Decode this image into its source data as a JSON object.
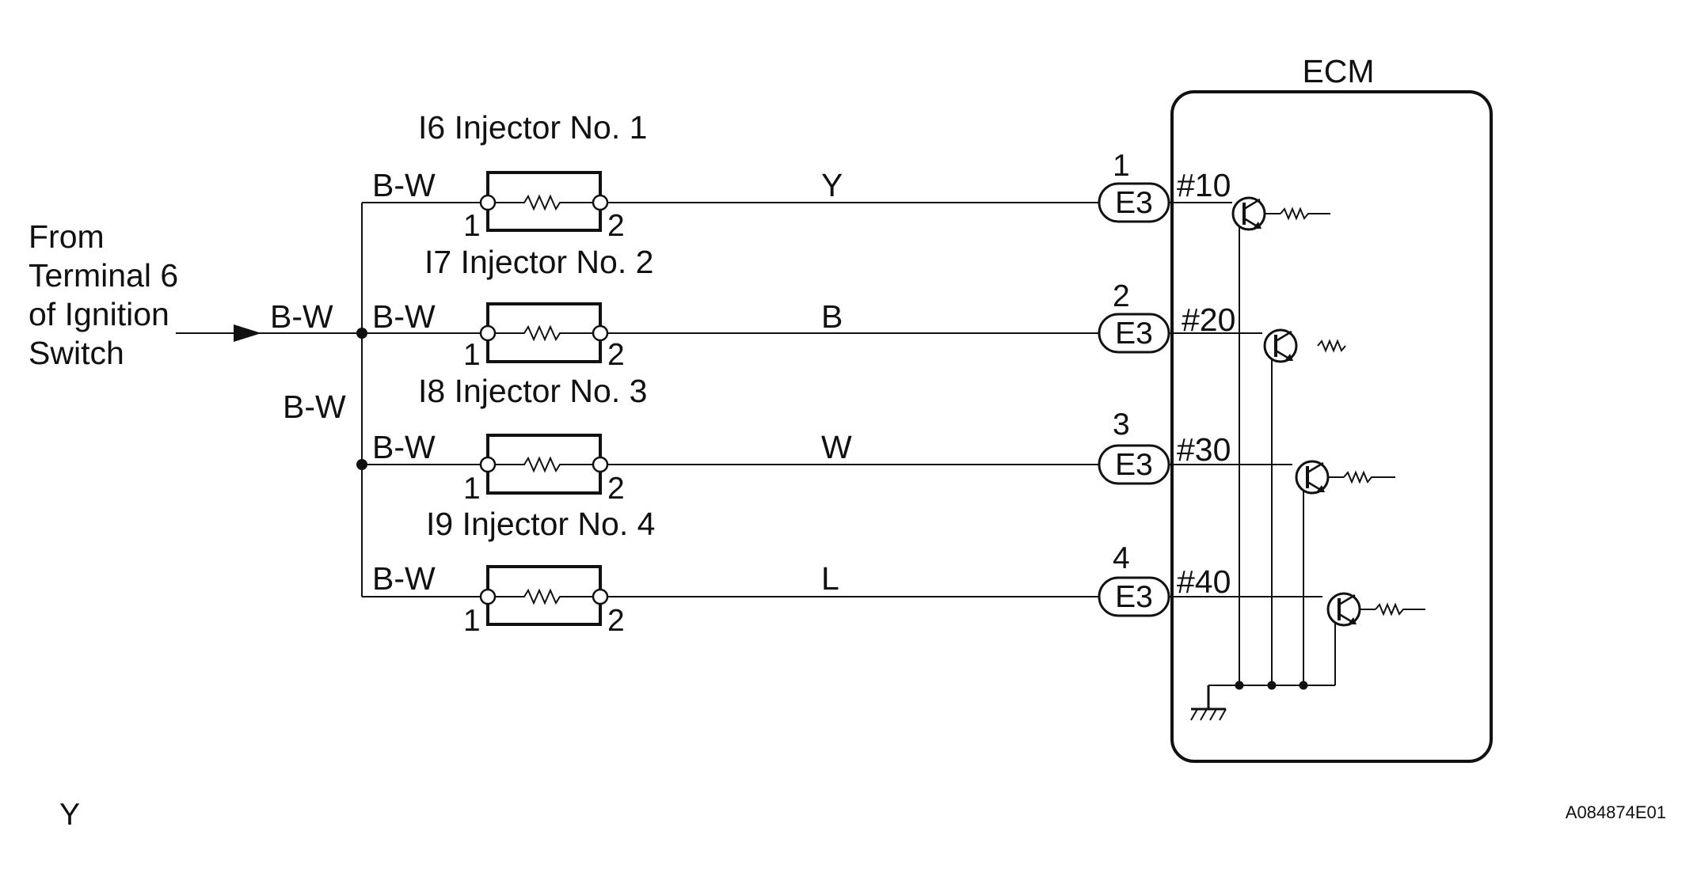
{
  "source": {
    "text_lines": [
      "From",
      "Terminal 6",
      "of Ignition",
      "Switch"
    ]
  },
  "wire_labels": {
    "input": "B-W",
    "trunk": "B-W"
  },
  "injectors": [
    {
      "title": "I6 Injector No. 1",
      "feed_wire": "B-W",
      "pin_in": "1",
      "pin_out": "2",
      "signal_wire": "Y",
      "connector": "E3",
      "connector_pin": "1",
      "ecm_terminal": "#10"
    },
    {
      "title": "I7 Injector No. 2",
      "feed_wire": "B-W",
      "pin_in": "1",
      "pin_out": "2",
      "signal_wire": "B",
      "connector": "E3",
      "connector_pin": "2",
      "ecm_terminal": "#20"
    },
    {
      "title": "I8 Injector No. 3",
      "feed_wire": "B-W",
      "pin_in": "1",
      "pin_out": "2",
      "signal_wire": "W",
      "connector": "E3",
      "connector_pin": "3",
      "ecm_terminal": "#30"
    },
    {
      "title": "I9 Injector No. 4",
      "feed_wire": "B-W",
      "pin_in": "1",
      "pin_out": "2",
      "signal_wire": "L",
      "connector": "E3",
      "connector_pin": "4",
      "ecm_terminal": "#40"
    }
  ],
  "ecm": {
    "title": "ECM"
  },
  "footer": {
    "left": "Y",
    "right": "A084874E01"
  }
}
